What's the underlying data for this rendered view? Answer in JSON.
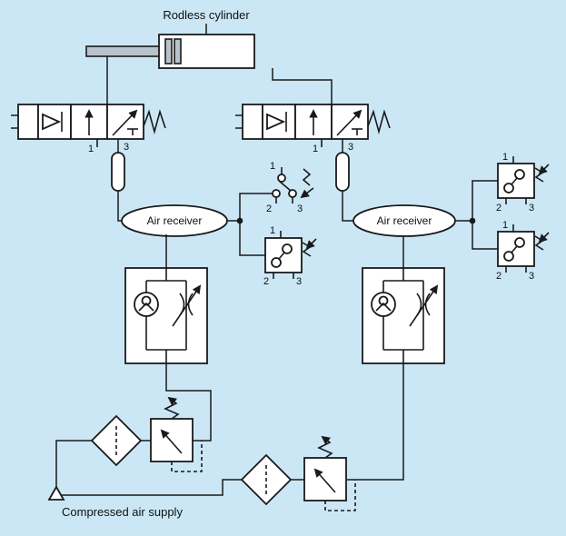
{
  "colors": {
    "background": "#cbe7f6",
    "line": "#1a1a1a",
    "symbol_fill": "#ffffff"
  },
  "labels": {
    "rodless_cylinder": "Rodless cylinder",
    "air_receiver_left": "Air receiver",
    "air_receiver_right": "Air receiver",
    "compressed_air_supply": "Compressed air supply"
  },
  "ports": {
    "left_main_valve": {
      "p1": "1",
      "p3": "3"
    },
    "right_main_valve": {
      "p1": "1",
      "p3": "3"
    },
    "mid_top_valve": {
      "p1": "1",
      "p2": "2",
      "p3": "3"
    },
    "mid_bottom_valve": {
      "p1": "1",
      "p2": "2",
      "p3": "3"
    },
    "right_top_valve": {
      "p1": "1",
      "p2": "2",
      "p3": "3"
    },
    "right_bottom_valve": {
      "p1": "1",
      "p2": "2",
      "p3": "3"
    }
  }
}
